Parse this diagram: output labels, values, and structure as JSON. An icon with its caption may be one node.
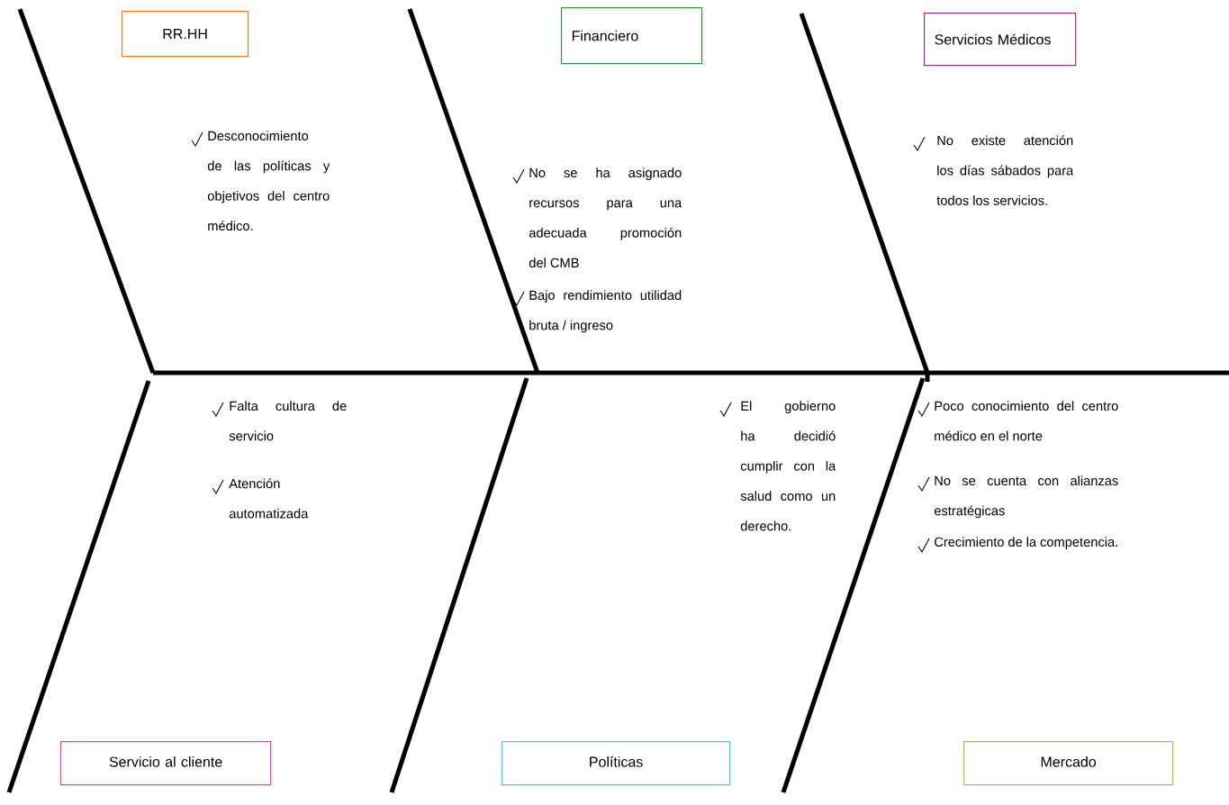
{
  "diagram": {
    "nodes": [
      {
        "text": [
          "RR.HH"
        ]
      },
      {
        "text": [
          "Financiero"
        ]
      },
      {
        "text": [
          "Servicios Médicos"
        ]
      },
      {
        "text": [
          "Servicio al cliente"
        ]
      },
      {
        "text": [
          "Políticas"
        ]
      },
      {
        "text": [
          "Mercado"
        ]
      }
    ],
    "labels": [
      "Desconocimiento de las políticas y objetivos del centro médico.",
      "No se ha asignado recursos para una adecuada promoción del CMB",
      "Bajo rendimiento utilidad bruta / ingreso",
      "No existe atención los días sábados para todos los servicios.",
      "Falta cultura de servicio",
      "Atención automatizada",
      "El gobierno ha decidió cumplir con la salud como un derecho.",
      "Poco conocimiento del centro médico en el norte",
      "No se cuenta con alianzas estratégicas",
      "Crecimiento de la competencia."
    ]
  }
}
